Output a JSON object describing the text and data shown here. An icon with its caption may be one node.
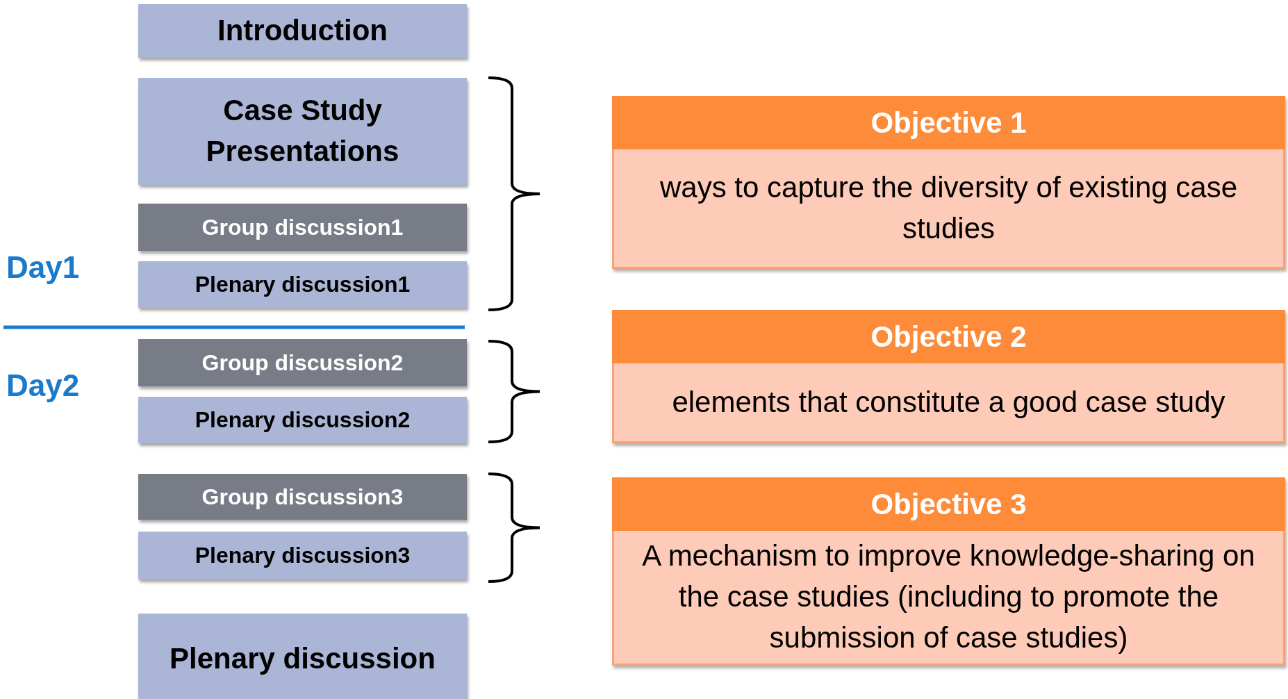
{
  "diagram": {
    "nodes": [
      {
        "text": [
          "Introduction"
        ]
      },
      {
        "text": [
          "Case Study Presentations"
        ]
      },
      {
        "text": [
          "Group discussion1"
        ]
      },
      {
        "text": [
          "Plenary discussion1"
        ]
      },
      {
        "text": [
          "Group discussion2"
        ]
      },
      {
        "text": [
          "Plenary discussion2"
        ]
      },
      {
        "text": [
          "Group discussion3"
        ]
      },
      {
        "text": [
          "Plenary discussion3"
        ]
      },
      {
        "text": [
          "Plenary discussion"
        ]
      },
      {
        "text": [
          "Objective 1",
          "ways to capture the diversity of existing case studies"
        ]
      },
      {
        "text": [
          "Objective 2",
          "elements that constitute a good case study"
        ]
      },
      {
        "text": [
          "Objective 3",
          "A mechanism to improve knowledge-sharing on the case studies (including to promote the submission of case studies)"
        ]
      }
    ],
    "labels": [
      "Day1",
      "Day2"
    ]
  }
}
